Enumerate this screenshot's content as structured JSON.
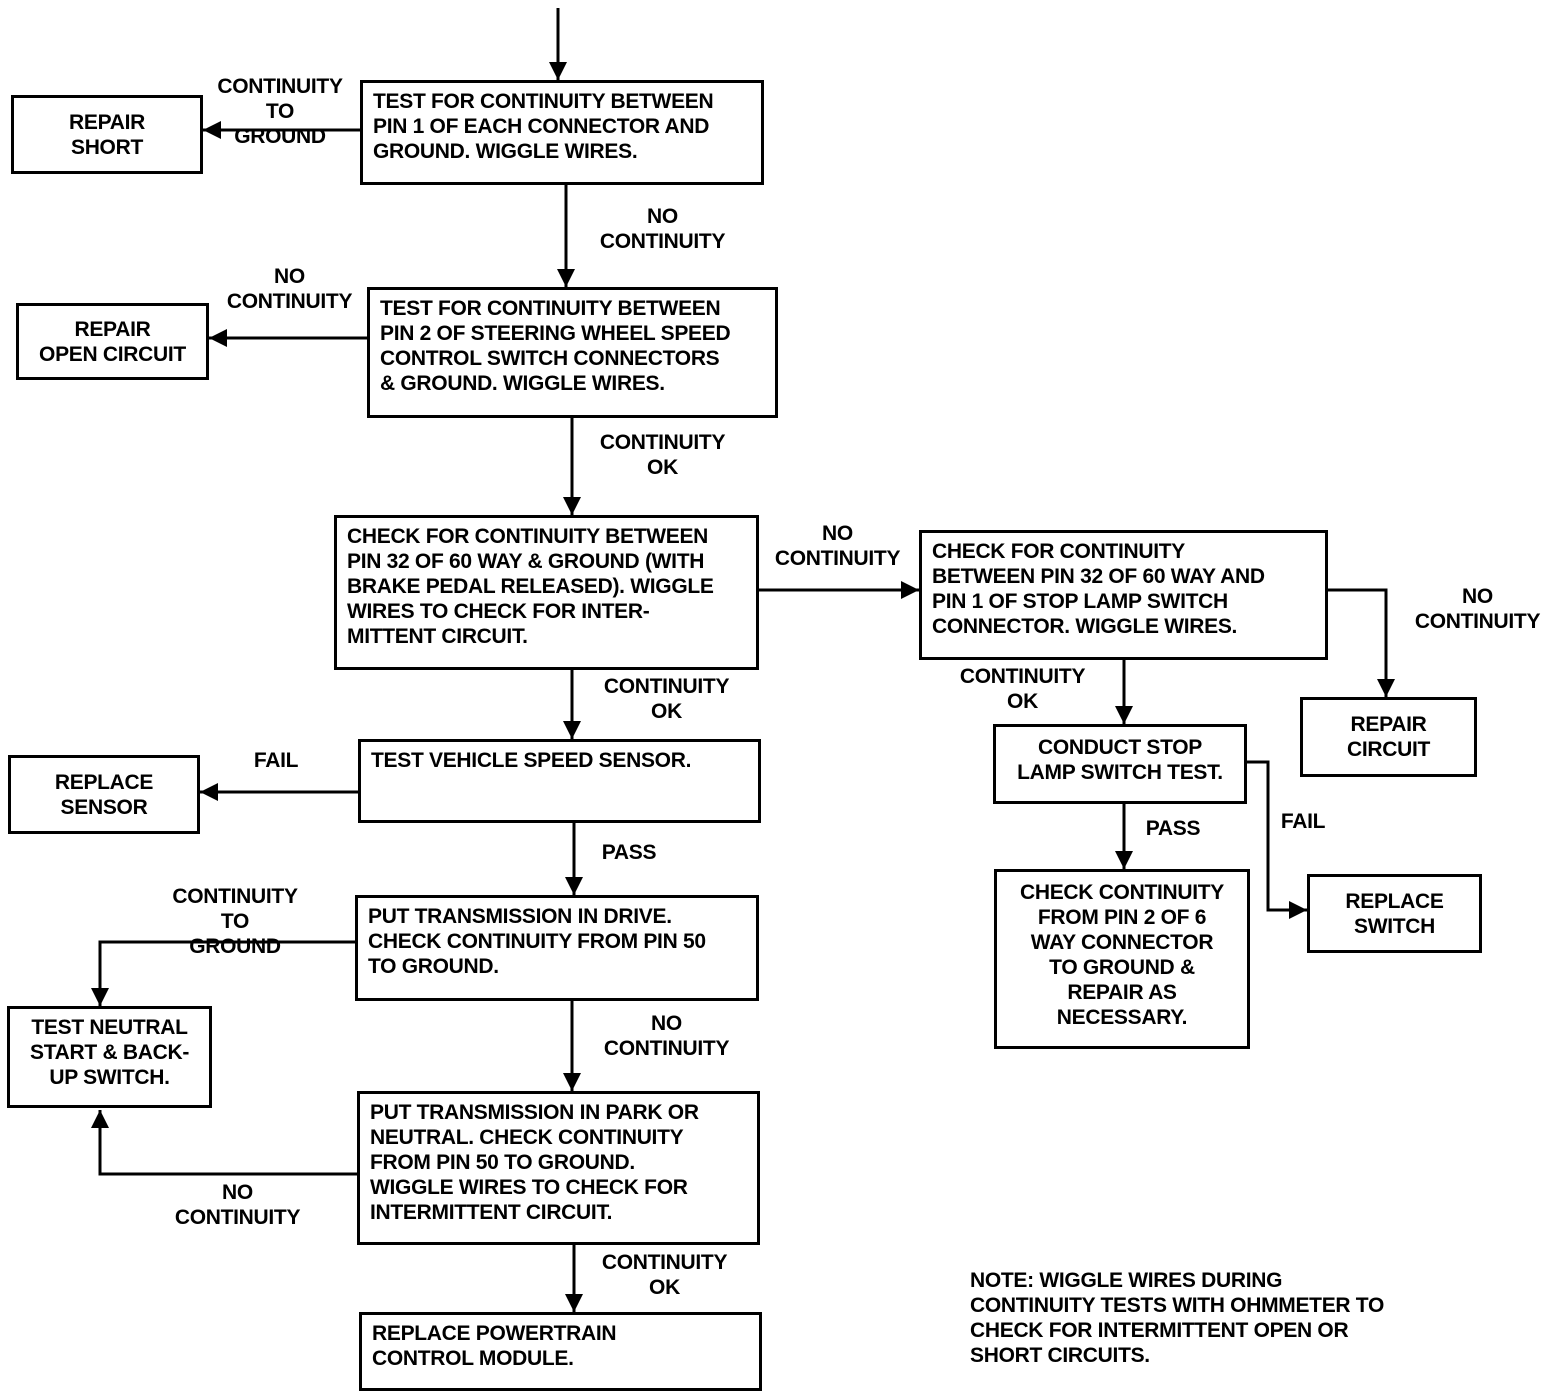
{
  "boxes": {
    "test_pin1": "TEST FOR CONTINUITY BETWEEN\nPIN 1 OF EACH CONNECTOR AND\nGROUND. WIGGLE WIRES.",
    "repair_short": "REPAIR\nSHORT",
    "test_pin2": "TEST FOR CONTINUITY BETWEEN\nPIN 2 OF STEERING WHEEL SPEED\nCONTROL SWITCH CONNECTORS\n& GROUND. WIGGLE WIRES.",
    "repair_open": "REPAIR\nOPEN CIRCUIT",
    "check_pin32": "CHECK FOR CONTINUITY BETWEEN\nPIN 32 OF 60 WAY & GROUND (WITH\nBRAKE PEDAL RELEASED). WIGGLE\nWIRES TO CHECK FOR INTER-\nMITTENT CIRCUIT.",
    "check_pin32_stop": "CHECK FOR CONTINUITY\nBETWEEN PIN 32 OF 60 WAY AND\nPIN 1 OF STOP LAMP SWITCH\nCONNECTOR. WIGGLE WIRES.",
    "repair_circuit": "REPAIR\nCIRCUIT",
    "stop_lamp_test": "CONDUCT STOP\nLAMP SWITCH TEST.",
    "check_pin2_6way": "CHECK CONTINUITY\nFROM PIN 2 OF 6\nWAY CONNECTOR\nTO GROUND &\nREPAIR AS\nNECESSARY.",
    "replace_switch": "REPLACE\nSWITCH",
    "test_vss": "TEST VEHICLE SPEED SENSOR.",
    "replace_sensor": "REPLACE\nSENSOR",
    "drive_check": "PUT TRANSMISSION IN DRIVE.\nCHECK CONTINUITY FROM PIN 50\nTO GROUND.",
    "test_neutral": "TEST NEUTRAL\nSTART & BACK-\nUP SWITCH.",
    "park_check": "PUT TRANSMISSION IN PARK OR\nNEUTRAL. CHECK CONTINUITY\nFROM PIN 50 TO GROUND.\nWIGGLE WIRES TO CHECK FOR\nINTERMITTENT CIRCUIT.",
    "replace_pcm": "REPLACE POWERTRAIN\nCONTROL MODULE."
  },
  "labels": {
    "l_cont_ground_1": "CONTINUITY\nTO\nGROUND",
    "l_no_cont_1": "NO\nCONTINUITY",
    "l_no_cont_2": "NO\nCONTINUITY",
    "l_cont_ok_1": "CONTINUITY\nOK",
    "l_no_cont_3": "NO\nCONTINUITY",
    "l_no_cont_4": "NO\nCONTINUITY",
    "l_cont_ok_2": "CONTINUITY\nOK",
    "l_cont_ok_3": "CONTINUITY\nOK",
    "l_pass_1": "PASS",
    "l_fail_1": "FAIL",
    "l_fail_2": "FAIL",
    "l_pass_2": "PASS",
    "l_cont_ground_2": "CONTINUITY\nTO\nGROUND",
    "l_no_cont_5": "NO\nCONTINUITY",
    "l_no_cont_6": "NO\nCONTINUITY",
    "l_cont_ok_4": "CONTINUITY\nOK"
  },
  "note": "NOTE: WIGGLE WIRES DURING\nCONTINUITY TESTS WITH OHMMETER TO\nCHECK FOR INTERMITTENT OPEN OR\nSHORT CIRCUITS."
}
